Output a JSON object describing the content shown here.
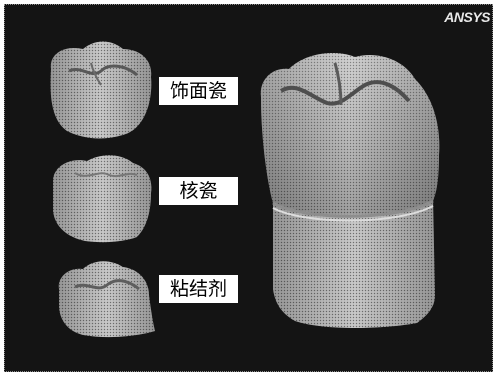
{
  "viewer": {
    "brand": "ANSYS"
  },
  "labels": {
    "veneer": "饰面瓷",
    "core": "核瓷",
    "cement": "粘结剂"
  }
}
